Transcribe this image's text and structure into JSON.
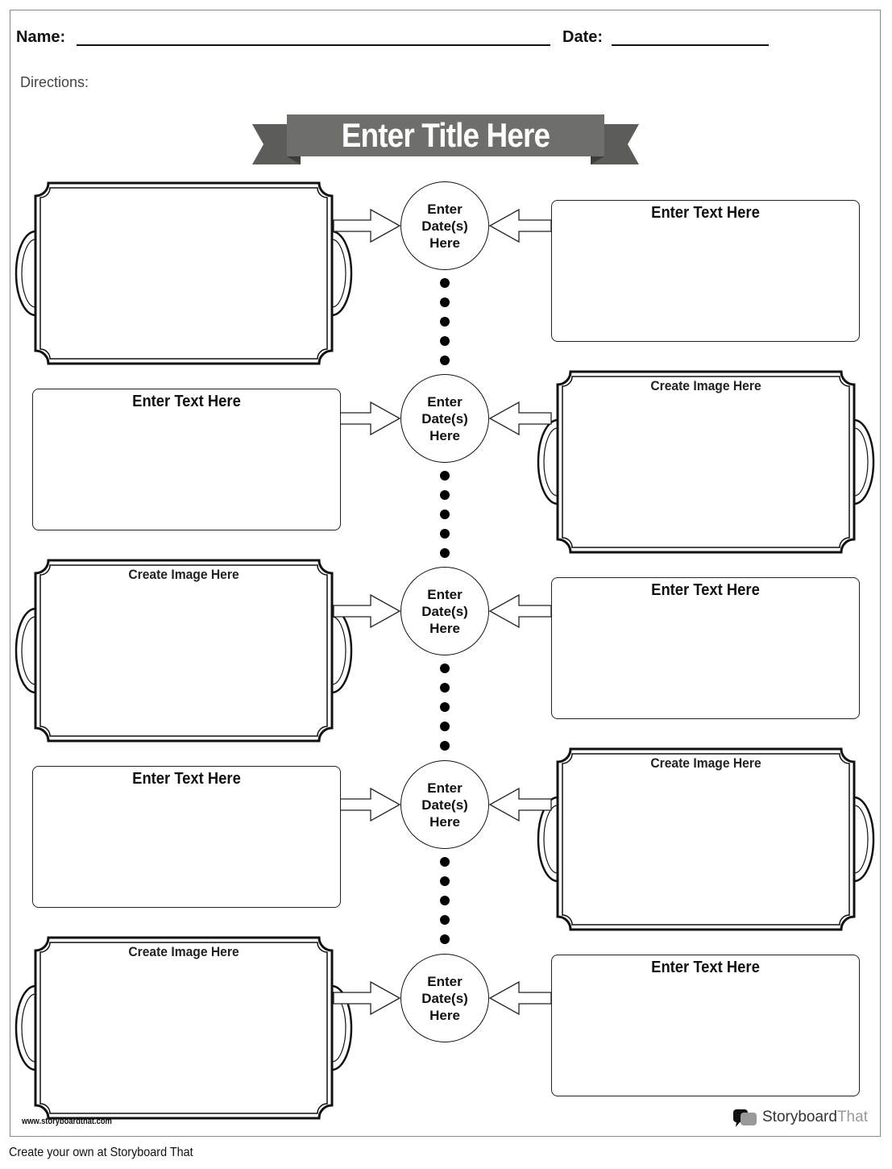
{
  "header": {
    "name_label": "Name:",
    "date_label": "Date:",
    "directions_label": "Directions:"
  },
  "title": "Enter Title Here",
  "banner_color": "#6e6f6a",
  "rows": [
    {
      "left": {
        "type": "image",
        "label": ""
      },
      "date_lines": [
        "Enter",
        "Date(s)",
        "Here"
      ],
      "right": {
        "type": "text",
        "label": "Enter Text Here"
      }
    },
    {
      "left": {
        "type": "text",
        "label": "Enter Text Here"
      },
      "date_lines": [
        "Enter",
        "Date(s)",
        "Here"
      ],
      "right": {
        "type": "image",
        "label": "Create Image Here"
      }
    },
    {
      "left": {
        "type": "image",
        "label": "Create Image Here"
      },
      "date_lines": [
        "Enter",
        "Date(s)",
        "Here"
      ],
      "right": {
        "type": "text",
        "label": "Enter Text Here"
      }
    },
    {
      "left": {
        "type": "text",
        "label": "Enter Text Here"
      },
      "date_lines": [
        "Enter",
        "Date(s)",
        "Here"
      ],
      "right": {
        "type": "image",
        "label": "Create Image Here"
      }
    },
    {
      "left": {
        "type": "image",
        "label": "Create Image Here"
      },
      "date_lines": [
        "Enter",
        "Date(s)",
        "Here"
      ],
      "right": {
        "type": "text",
        "label": "Enter Text Here"
      }
    }
  ],
  "footer": {
    "url": "www.storyboardthat.com",
    "brand_main": "Storyboard",
    "brand_accent": "That",
    "bottom_text": "Create your own at Storyboard That"
  }
}
